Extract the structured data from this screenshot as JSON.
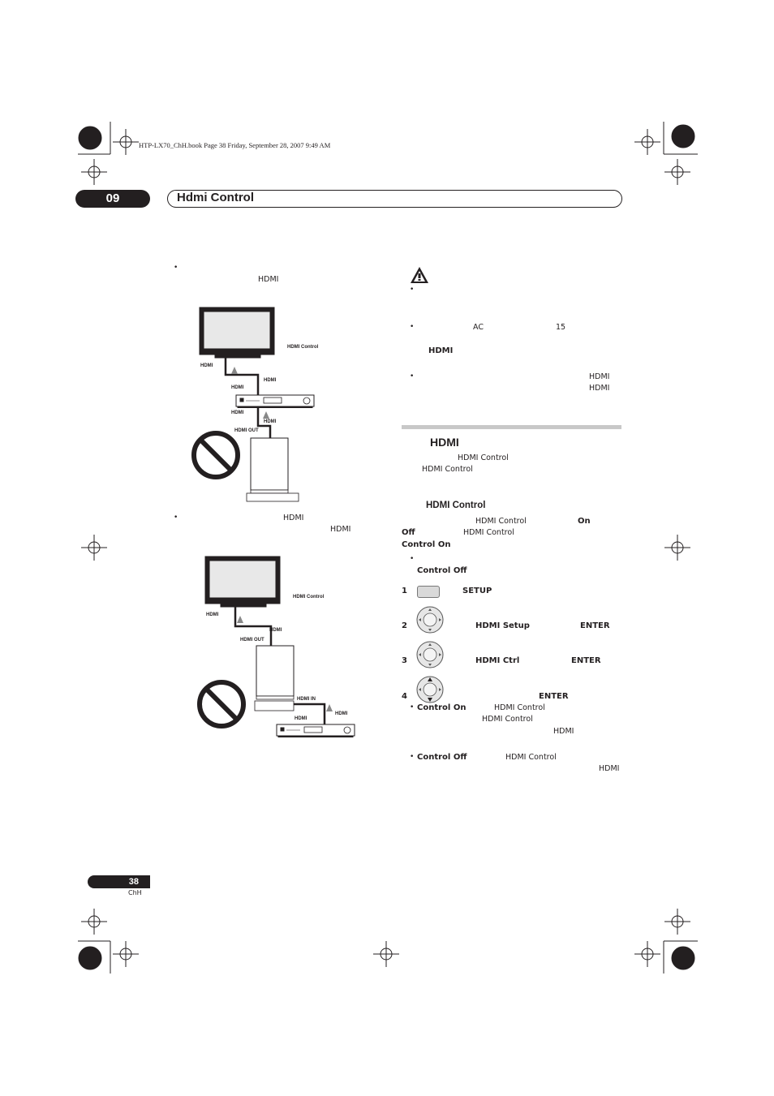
{
  "book_header": "HTP-LX70_ChH.book  Page 38  Friday, September 28, 2007  9:49 AM",
  "chapter": {
    "number": "09",
    "title": "Hdmi Control"
  },
  "left_column": {
    "bullet1_text": "HDMI",
    "diagram1_labels": {
      "hdmi_control": "HDMI Control",
      "hdmi_tv": "HDMI",
      "hdmi_recv_in": "HDMI",
      "hdmi_recv": "HDMI",
      "hdmi_bottom": "HDMI",
      "hdmi_out": "HDMI OUT"
    },
    "bullet2_text_a": "HDMI",
    "bullet2_text_b": "HDMI",
    "diagram2_labels": {
      "hdmi_control": "HDMI Control",
      "hdmi_tv": "HDMI",
      "hdmi_a": "HDMI",
      "hdmi_out": "HDMI OUT",
      "hdmi_in": "HDMI IN",
      "hdmi_b": "HDMI",
      "hdmi_c": "HDMI"
    }
  },
  "right_column": {
    "caution": {
      "item2_ac": "AC",
      "item2_num": "15",
      "item2_hdmi": "HDMI",
      "item3_hdmi_a": "HDMI",
      "item3_hdmi_b": "HDMI"
    },
    "section_title": "HDMI",
    "section_line1": "HDMI Control",
    "section_line2": "HDMI Control",
    "subheading": "HDMI Control",
    "para": {
      "hdmi_control": "HDMI Control",
      "on": "On",
      "off": "Off",
      "hdmi_control2": "HDMI Control",
      "control_on": "Control On",
      "control_off": "Control Off"
    },
    "steps": [
      {
        "num": "1",
        "key": "SETUP",
        "enter": ""
      },
      {
        "num": "2",
        "key": "HDMI Setup",
        "enter": "ENTER"
      },
      {
        "num": "3",
        "key": "HDMI Ctrl",
        "enter": "ENTER"
      },
      {
        "num": "4",
        "key": "",
        "enter": "ENTER"
      }
    ],
    "options": {
      "on_label": "Control On",
      "on_hdmi_control": "HDMI Control",
      "on_hdmi_control2": "HDMI Control",
      "on_hdmi": "HDMI",
      "off_label": "Control Off",
      "off_hdmi_control": "HDMI Control",
      "off_hdmi": "HDMI"
    }
  },
  "footer": {
    "page": "38",
    "lang": "ChH"
  },
  "colors": {
    "ink": "#231f20",
    "rule": "#c8c8c8",
    "button_fill": "#d9d9d9"
  }
}
